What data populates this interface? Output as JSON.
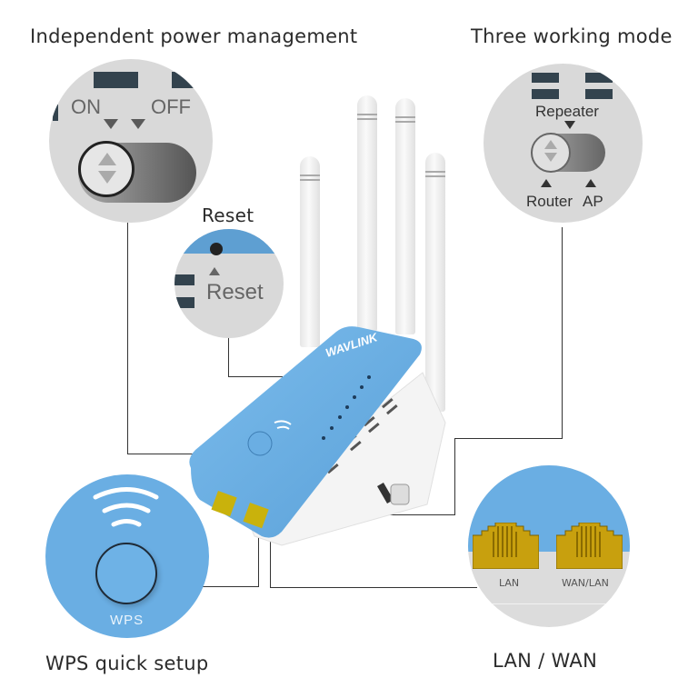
{
  "captions": {
    "power": "Independent power management",
    "mode": "Three working mode",
    "reset": "Reset",
    "wps": "WPS quick setup",
    "lanwan": "LAN / WAN"
  },
  "power_switch": {
    "on_label": "ON",
    "off_label": "OFF"
  },
  "reset_callout": {
    "label": "Reset"
  },
  "mode_switch": {
    "top_label": "Repeater",
    "bottom_left_label": "Router",
    "bottom_right_label": "AP"
  },
  "wps_callout": {
    "label": "WPS"
  },
  "ports_callout": {
    "port1_label": "LAN",
    "port2_label": "WAN/LAN"
  },
  "device": {
    "brand": "WAVLINK"
  },
  "colors": {
    "device_blue": "#6aaee3",
    "port_gold": "#c9a20a",
    "callout_gray": "#d9d9d9"
  }
}
